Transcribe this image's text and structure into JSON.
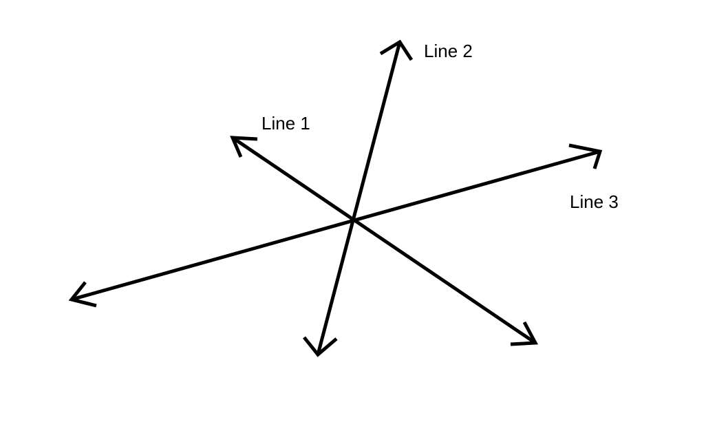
{
  "diagram": {
    "lines": [
      {
        "label": "Line 1"
      },
      {
        "label": "Line 2"
      },
      {
        "label": "Line 3"
      }
    ],
    "stroke_color": "#000000"
  }
}
